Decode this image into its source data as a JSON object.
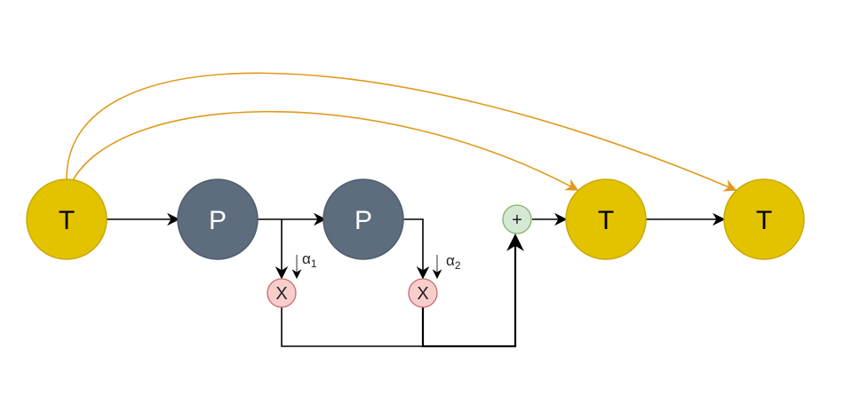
{
  "diagram": {
    "nodes": {
      "t_input": {
        "label": "T",
        "kind": "T"
      },
      "p_first": {
        "label": "P",
        "kind": "P"
      },
      "p_second": {
        "label": "P",
        "kind": "P"
      },
      "t_middle": {
        "label": "T",
        "kind": "T"
      },
      "t_output": {
        "label": "T",
        "kind": "T"
      }
    },
    "operators": {
      "multiply_1": {
        "label": "X"
      },
      "multiply_2": {
        "label": "X"
      },
      "add": {
        "label": "+"
      }
    },
    "weights": {
      "alpha_1": {
        "symbol": "α",
        "subscript": "1"
      },
      "alpha_2": {
        "symbol": "α",
        "subscript": "2"
      }
    },
    "colors": {
      "t_fill": "#e3c300",
      "t_stroke": "#c9a900",
      "p_fill": "#5d6d7e",
      "p_stroke": "#4f5e6e",
      "p_text": "#ffffff",
      "mult_fill": "#f8cecc",
      "mult_stroke": "#c96a6a",
      "add_fill": "#d5e8d4",
      "add_stroke": "#82b366",
      "edge": "#000000",
      "skip_edge": "#e09a1c"
    }
  }
}
